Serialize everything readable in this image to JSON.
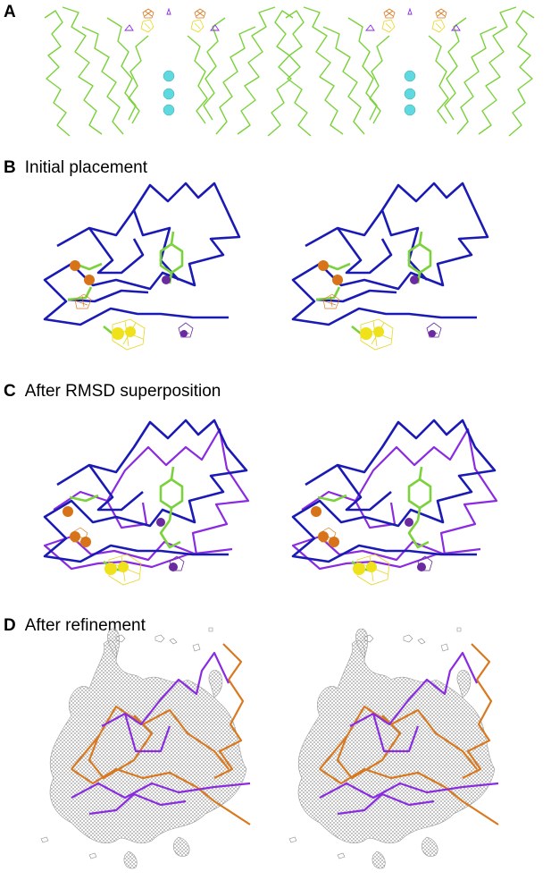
{
  "panels": [
    {
      "letter": "A",
      "title": ""
    },
    {
      "letter": "B",
      "title": "Initial placement"
    },
    {
      "letter": "C",
      "title": "After RMSD superposition"
    },
    {
      "letter": "D",
      "title": "After refinement"
    }
  ],
  "colors": {
    "backbone_green": "#7bd23c",
    "ions_cyan": "#5ed9e0",
    "backbone_blue": "#1a1ab4",
    "backbone_purple": "#8a2be2",
    "backbone_orange": "#d9781f",
    "side_chain_green": "#78d43a",
    "sphere_orange": "#d7741a",
    "sphere_yellow": "#f0e21a",
    "sphere_purple": "#6a2aa0",
    "density_mesh_grey": "#8a8a8a"
  }
}
